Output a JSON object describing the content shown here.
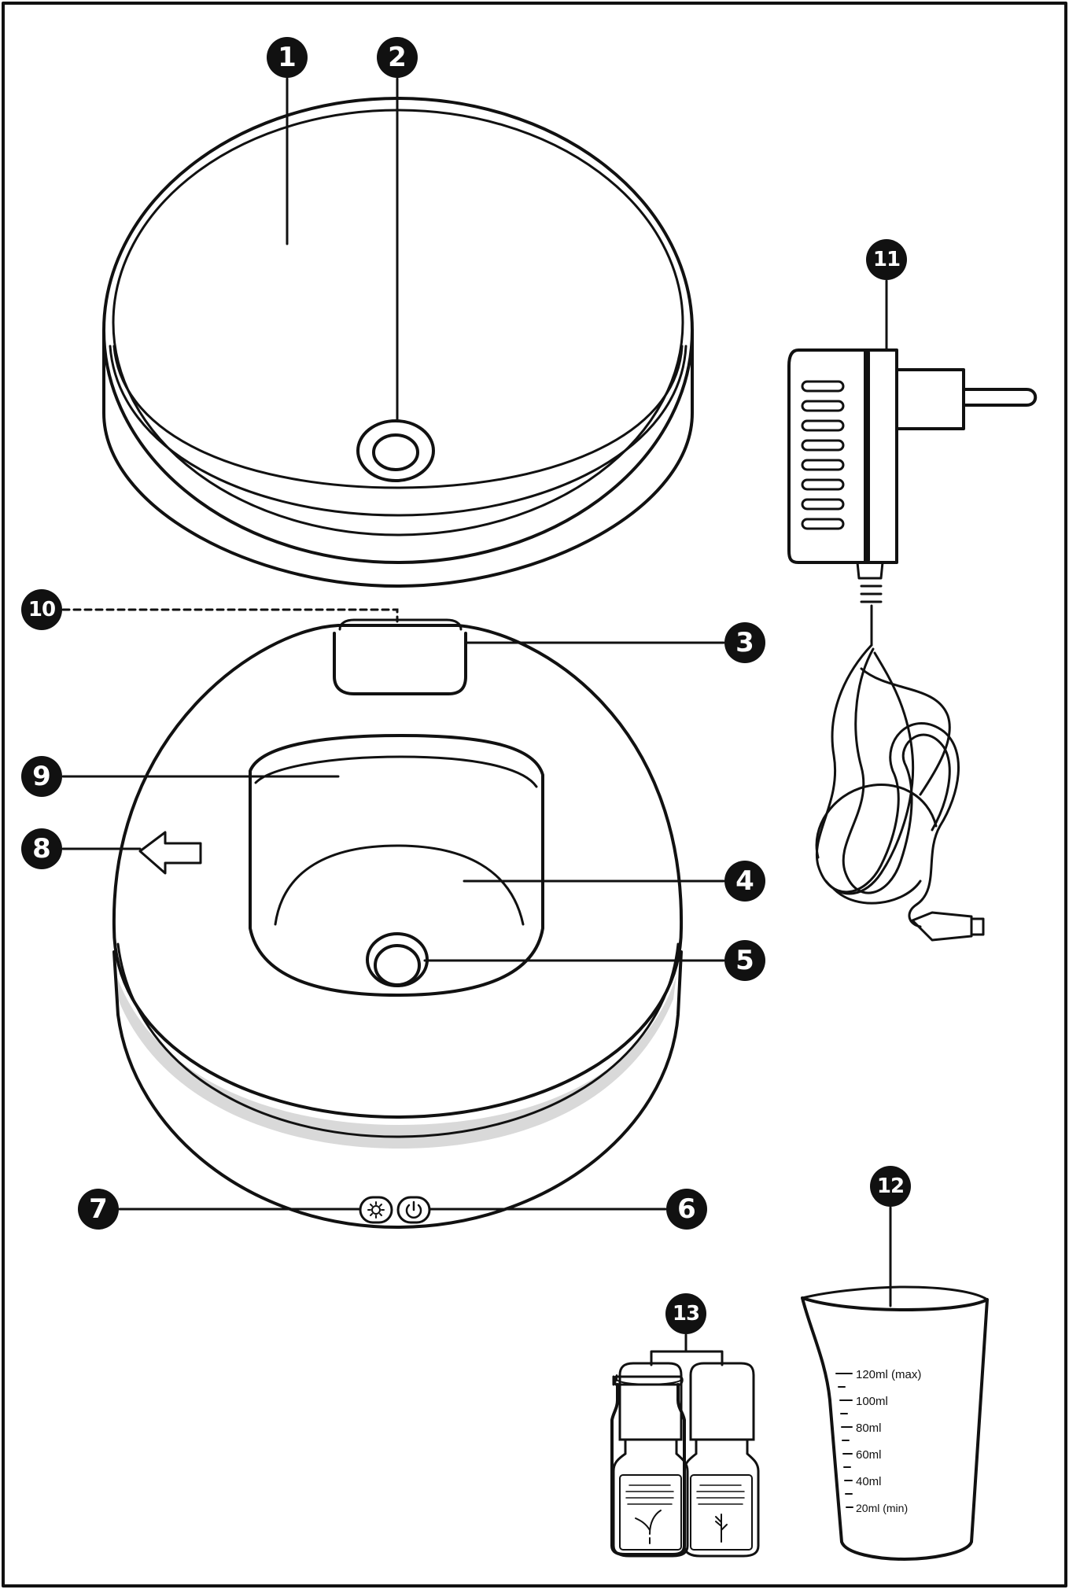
{
  "callouts": [
    "1",
    "2",
    "3",
    "4",
    "5",
    "6",
    "7",
    "8",
    "9",
    "10",
    "11",
    "12",
    "13"
  ],
  "cup": {
    "marks": [
      "120ml (max)",
      "100ml",
      "80ml",
      "60ml",
      "40ml",
      "20ml (min)"
    ]
  },
  "colors": {
    "line": "#111111",
    "background": "#ffffff",
    "ring": "#d9d9d9"
  }
}
